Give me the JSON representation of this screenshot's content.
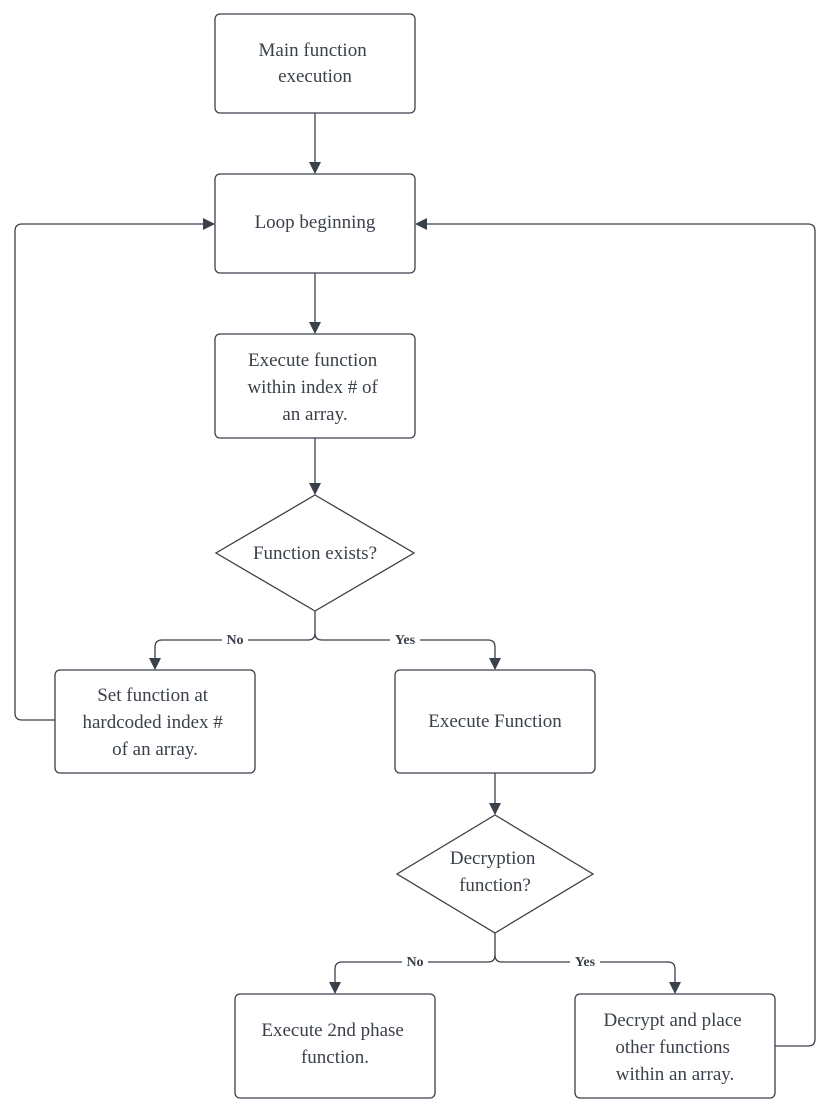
{
  "nodes": {
    "main": {
      "shape": "process",
      "lines": [
        "Main function",
        "execution"
      ]
    },
    "loop": {
      "shape": "process",
      "lines": [
        "Loop beginning"
      ]
    },
    "exec_index": {
      "shape": "process",
      "lines": [
        "Execute function",
        "within index # of",
        "an array."
      ]
    },
    "exists": {
      "shape": "decision",
      "lines": [
        "Function exists?"
      ]
    },
    "set_func": {
      "shape": "process",
      "lines": [
        "Set function at",
        "hardcoded index #",
        "of an array."
      ]
    },
    "exec_func": {
      "shape": "process",
      "lines": [
        "Execute Function"
      ]
    },
    "decrypt_q": {
      "shape": "decision",
      "lines": [
        "Decryption",
        "function?"
      ]
    },
    "second_phase": {
      "shape": "process",
      "lines": [
        "Execute 2nd phase",
        "function."
      ]
    },
    "decrypt_place": {
      "shape": "process",
      "lines": [
        "Decrypt and place",
        "other functions",
        "within an array."
      ]
    }
  },
  "edges": {
    "exists_no": {
      "from": "exists",
      "to": "set_func",
      "label": "No"
    },
    "exists_yes": {
      "from": "exists",
      "to": "exec_func",
      "label": "Yes"
    },
    "decrypt_no": {
      "from": "decrypt_q",
      "to": "second_phase",
      "label": "No"
    },
    "decrypt_yes": {
      "from": "decrypt_q",
      "to": "decrypt_place",
      "label": "Yes"
    },
    "main_to_loop": {
      "from": "main",
      "to": "loop"
    },
    "loop_to_exec": {
      "from": "loop",
      "to": "exec_index"
    },
    "exec_to_exists": {
      "from": "exec_index",
      "to": "exists"
    },
    "set_to_loop": {
      "from": "set_func",
      "to": "loop"
    },
    "func_to_decrypt": {
      "from": "exec_func",
      "to": "decrypt_q"
    },
    "place_to_loop": {
      "from": "decrypt_place",
      "to": "loop"
    }
  },
  "colors": {
    "stroke": "#3a414a",
    "background": "#ffffff"
  }
}
